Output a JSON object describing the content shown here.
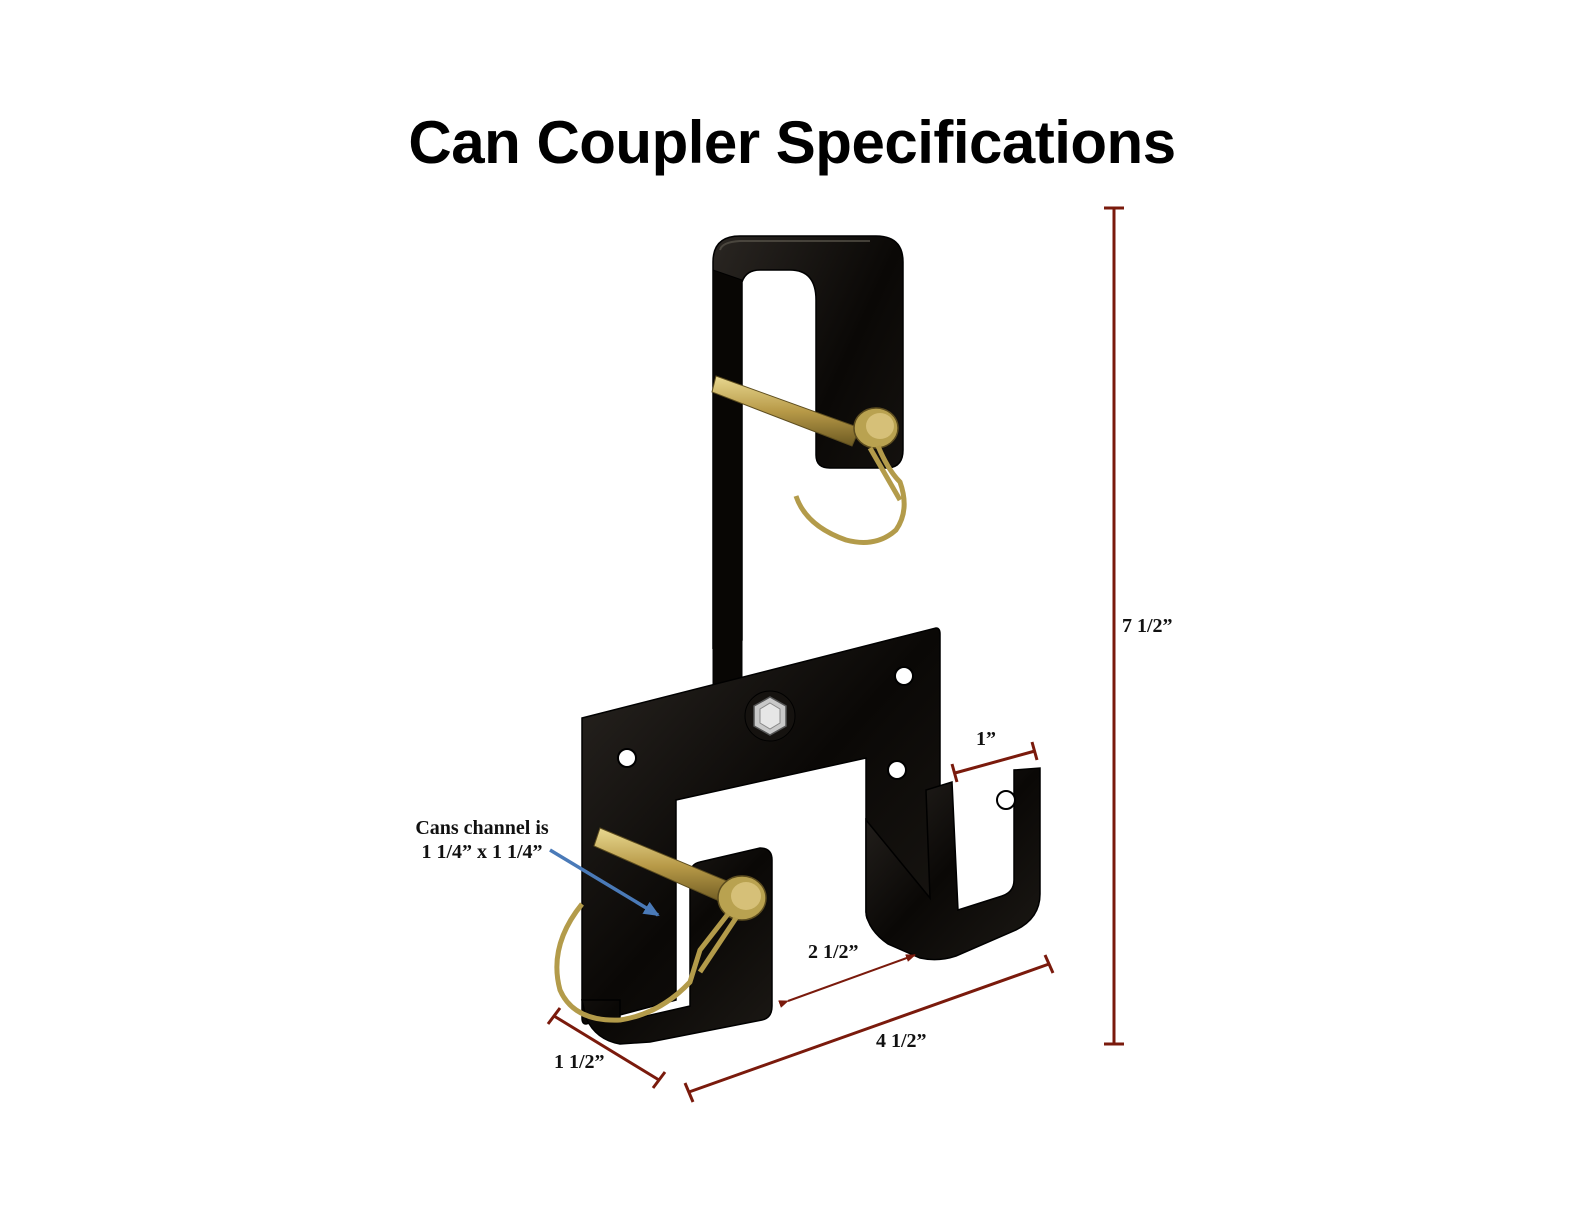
{
  "title": "Can Coupler Specifications",
  "dimensions": {
    "height": "7 1/2”",
    "length": "4 1/2”",
    "gap": "2 1/2”",
    "depth": "1 1/2”",
    "hook_width": "1”"
  },
  "note": {
    "line1": "Cans channel is",
    "line2": "1 1/4” x 1 1/4”"
  },
  "colors": {
    "dimension_line": "#7a1a0c",
    "note_arrow": "#4a7ab8",
    "bracket": "#0a0806",
    "pin": "#b8a050"
  }
}
